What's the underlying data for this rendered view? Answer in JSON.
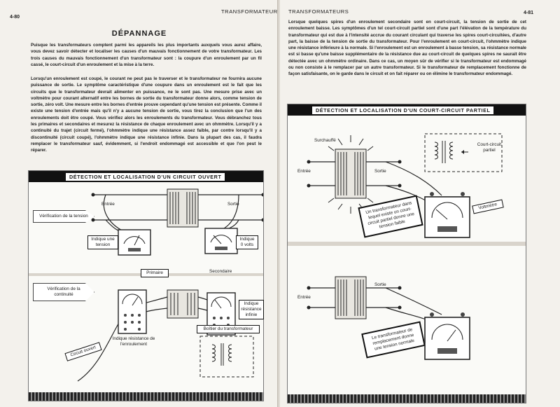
{
  "left_page": {
    "page_number": "4-80",
    "running_header": "TRANSFORMATEURS",
    "title": "DÉPANNAGE",
    "paragraph1": "Puisque les transformateurs comptent parmi les appareils les plus importants auxquels vous aurez affaire, vous devez savoir détecter et localiser les causes d'un mauvais fonctionnement de votre transformateur. Les trois causes du mauvais fonctionnement d'un transformateur sont : la coupure d'un enroulement par un fil cassé, le court-circuit d'un enroulement et la mise à la terre.",
    "paragraph2": "Lorsqu'un enroulement est coupé, le courant ne peut pas le traverser et le transformateur ne fournira aucune puissance de sortie. Le symptôme caractéristique d'une coupure dans un enroulement est le fait que les circuits que le transformateur devrait alimenter en puissance, ne le sont pas. Une mesure prise avec un voltmètre pour courant alternatif entre les bornes de sortie du transformateur donne alors, comme tension de sortie, zéro volt. Une mesure entre les bornes d'entrée prouve cependant qu'une tension est présente. Comme il existe une tension d'entrée mais qu'il n'y a aucune tension de sortie, vous tirez la conclusion que l'un des enroulements doit être coupé. Vous vérifiez alors les enroulements du transformateur. Vous débranchez tous les primaires et secondaires et mesurez la résistance de chaque enroulement avec un ohmmètre. Lorsqu'il y a continuité du trajet (circuit fermé), l'ohmmètre indique une résistance assez faible, par contre lorsqu'il y a discontinuité (circuit coupé), l'ohmmètre indique une résistance infinie. Dans la plupart des cas, il faudra remplacer le transformateur sauf, évidemment, si l'endroit endommagé est accessible et que l'on peut le réparer.",
    "figure": {
      "title": "DÉTECTION ET LOCALISATION D'UN CIRCUIT OUVERT",
      "side_label_1": "Vérification de la tension",
      "side_label_2": "Vérification de la continuité",
      "entree": "Entrée",
      "sortie": "Sortie",
      "indique_une_tension": "Indique une tension",
      "indique_0_volts": "Indique 0 volts",
      "primaire": "Primaire",
      "secondaire": "Secondaire",
      "indique_resistance_infinie": "Indique résistance infinie",
      "boitier": "Boîtier du transformateur",
      "indique_resistance_enroulement": "Indique résistance de l'enroulement",
      "circuit_ouvert": "Circuit ouvert"
    }
  },
  "right_page": {
    "page_number": "4-81",
    "running_header": "TRANSFORMATEURS",
    "paragraph1": "Lorsque quelques spires d'un enroulement secondaire sont en court-circuit, la tension de sortie de cet enroulement baisse. Les symptômes d'un tel court-circuit partiel sont d'une part l'élévation de la température du transformateur qui est due à l'intensité accrue du courant circulant qui traverse les spires court-circuitées, d'autre part, la baisse de la tension de sortie du transformateur. Pour l'enroulement en court-circuit, l'ohmmètre indique une résistance inférieure à la normale. Si l'enroulement est un enroulement à basse tension, sa résistance normale est si basse qu'une baisse supplémentaire de la résistance due au court-circuit de quelques spires ne saurait être détectée avec un ohmmètre ordinaire. Dans ce cas, un moyen sûr de vérifier si le transformateur est endommagé ou non consiste à le remplacer par un autre transformateur. Si le transformateur de remplacement fonctionne de façon satisfaisante, on le garde dans le circuit et on fait réparer ou on élimine le transformateur endommagé.",
    "figure": {
      "title": "DÉTECTION ET LOCALISATION D'UN COURT-CIRCUIT PARTIEL",
      "surchauffe": "Surchauffé",
      "entree": "Entrée",
      "sortie": "Sortie",
      "court_circuit_partiel": "Court-circuit partiel",
      "voltmetre": "Voltmètre",
      "note_top": "Un transformateur dans lequel existe un court-circuit partiel donne une tension faible",
      "entree_2": "Entrée",
      "sortie_2": "Sortie",
      "note_bottom": "Le transformateur de remplacement donne une tension normale"
    }
  }
}
